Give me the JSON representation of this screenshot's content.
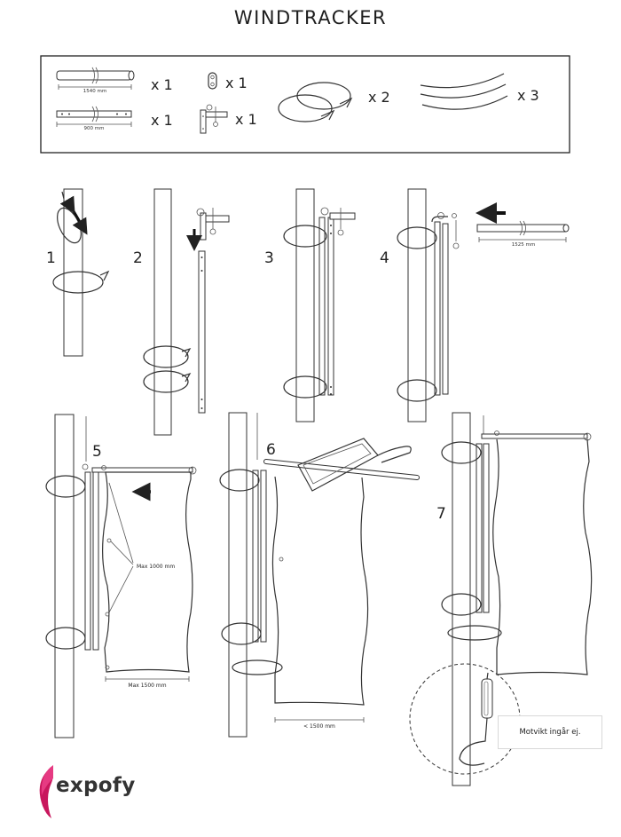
{
  "title": "WINDTRACKER",
  "parts": {
    "pole_1540": {
      "dimension": "1540 mm",
      "quantity": "x 1"
    },
    "bar_900": {
      "dimension": "900 mm",
      "quantity": "x 1"
    },
    "link": {
      "quantity": "x 1"
    },
    "bracket": {
      "quantity": "x 1"
    },
    "rings": {
      "quantity": "x 2"
    },
    "arcs": {
      "quantity": "x 3"
    }
  },
  "steps": [
    "1",
    "2",
    "3",
    "4",
    "5",
    "6",
    "7"
  ],
  "dimensions": {
    "arm_1525": "1525 mm",
    "max_1000": "Max 1000 mm",
    "max_1500": "Max 1500 mm",
    "lt_1500": "< 1500 mm"
  },
  "note": "Motvikt ingår ej.",
  "logo": "expofy",
  "colors": {
    "logo_accent": "#c8175d",
    "arrow": "#111111",
    "line": "#333333"
  }
}
